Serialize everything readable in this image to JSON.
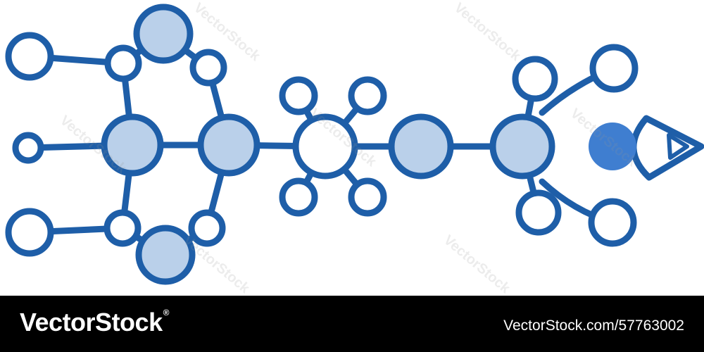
{
  "colors": {
    "stroke": "#1e5ea8",
    "fill_light": "#bad0ea",
    "fill_accent": "#3f7ed0",
    "white": "#ffffff",
    "footer_bg": "#000000"
  },
  "illustration": {
    "subject": "network-arrow-icon"
  },
  "watermark": {
    "text": "VectorStock"
  },
  "footer": {
    "brand": "VectorStock",
    "brand_mark": "®",
    "credit": "VectorStock.com/57763002"
  }
}
